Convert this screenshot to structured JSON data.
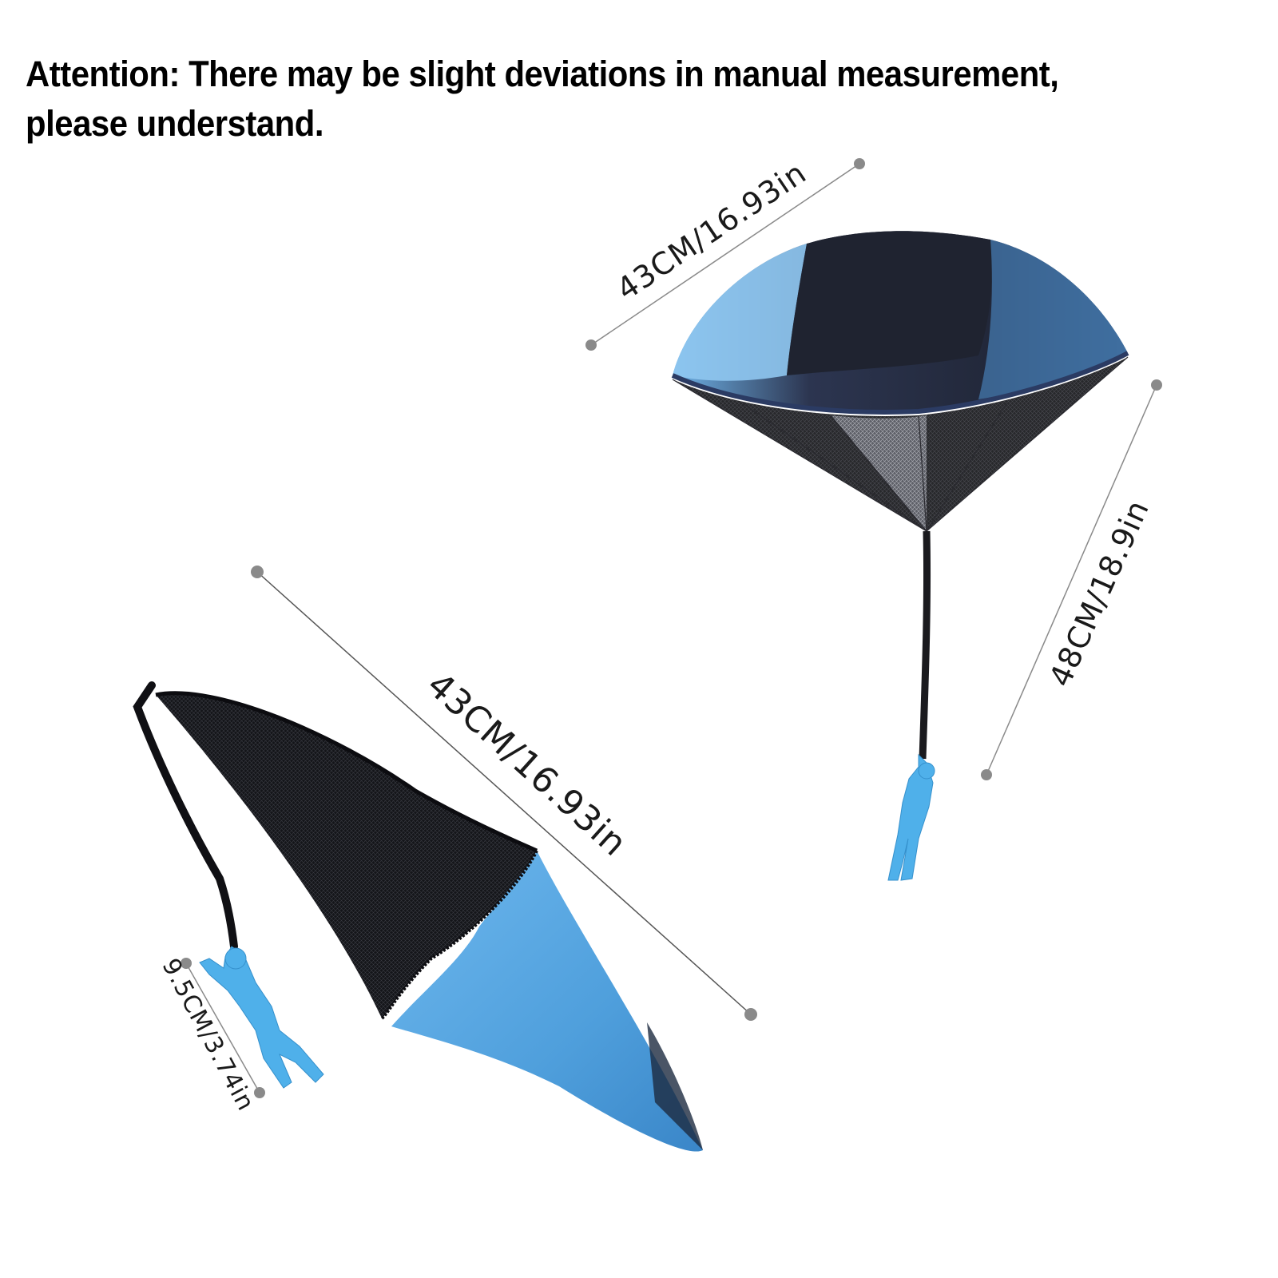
{
  "notice": {
    "line1": "Attention: There may be slight deviations in manual measurement,",
    "line2": "please understand."
  },
  "dimensions": {
    "open_canopy_width": "43CM/16.93in",
    "total_height": "48CM/18.9in",
    "folded_canopy_length": "43CM/16.93in",
    "figure_height": "9.5CM/3.74in"
  },
  "colors": {
    "canopy_blue": "#5aa6e0",
    "canopy_dark": "#1c1f2a",
    "figure_blue": "#4fb0ea",
    "marker_gray": "#8a8a8a"
  }
}
